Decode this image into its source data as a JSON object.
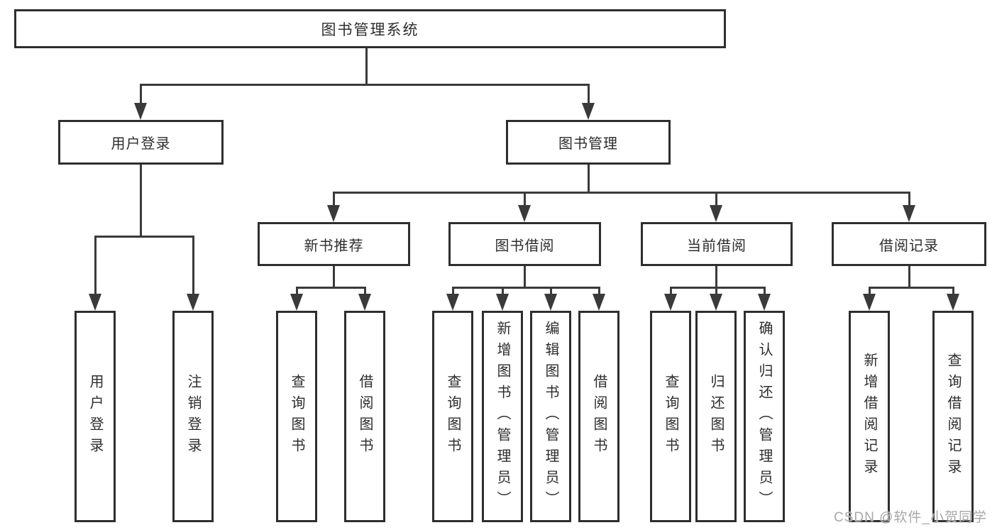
{
  "colors": {
    "line": "#3a3a3a",
    "box_border": "#2e2e2e",
    "box_bg": "#ffffff",
    "text": "#2d2d2d",
    "watermark": "#a8a8a8"
  },
  "tree": {
    "root": "图书管理系统",
    "user_login": {
      "label": "用户登录",
      "children": [
        "用户登录",
        "注销登录"
      ]
    },
    "book_mgmt": {
      "label": "图书管理",
      "sections": [
        {
          "label": "新书推荐",
          "children": [
            "查询图书",
            "借阅图书"
          ]
        },
        {
          "label": "图书借阅",
          "children": [
            "查询图书",
            "新增图书（管理员）",
            "编辑图书（管理员）",
            "借阅图书"
          ]
        },
        {
          "label": "当前借阅",
          "children": [
            "查询图书",
            "归还图书",
            "确认归还（管理员）"
          ]
        },
        {
          "label": "借阅记录",
          "children": [
            "新增借阅记录",
            "查询借阅记录"
          ]
        }
      ]
    }
  },
  "watermark": "CSDN @软件_小贺同学"
}
